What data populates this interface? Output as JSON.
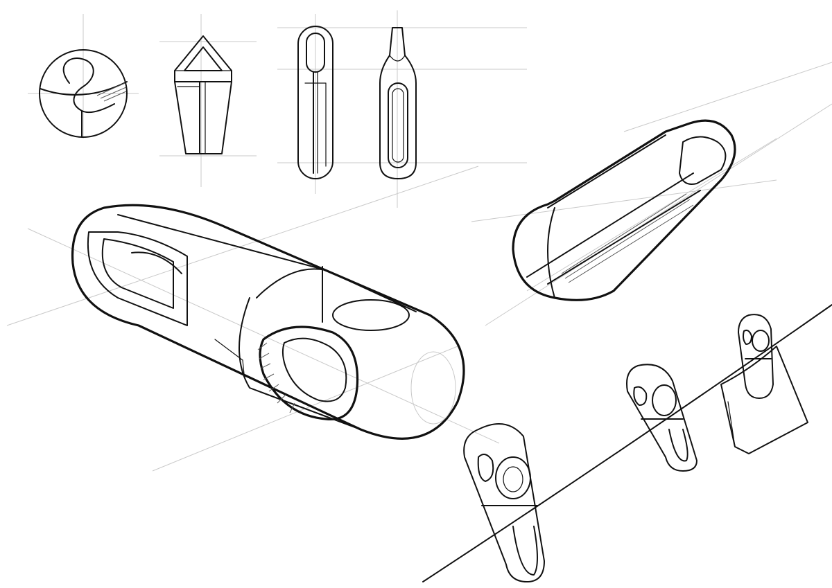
{
  "sheet": {
    "background": "#ffffff",
    "ink_color": "#111111",
    "construction_color": "#c9c9c9",
    "views": [
      "orthographic-top-view",
      "orthographic-front-view",
      "orthographic-side-view",
      "orthographic-back-view",
      "perspective-large-clip",
      "perspective-closed-clip",
      "clips-on-clothesline"
    ]
  }
}
